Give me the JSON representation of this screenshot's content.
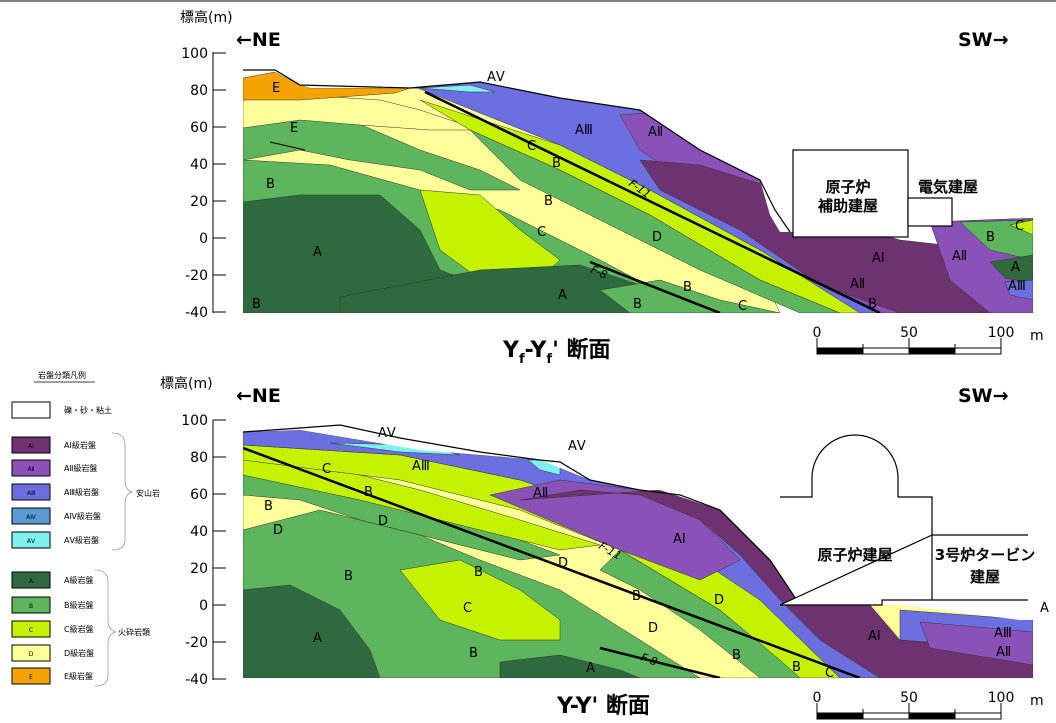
{
  "top_section": {
    "ylabel": "標高(m)",
    "yticks": [
      "100",
      "80",
      "60",
      "40",
      "20",
      "0",
      "-20",
      "-40"
    ],
    "dir_left": "←NE",
    "dir_right": "SW→",
    "title": "Yf-Yf' 断面",
    "building_1": [
      "原子炉",
      "補助建屋"
    ],
    "building_2": "電気建屋",
    "faults": [
      "F-11",
      "F-8"
    ],
    "scale": {
      "labels": [
        "0",
        "50",
        "100"
      ],
      "unit": "m"
    }
  },
  "bottom_section": {
    "ylabel": "標高(m)",
    "yticks": [
      "100",
      "80",
      "60",
      "40",
      "20",
      "0",
      "-20",
      "-40"
    ],
    "dir_left": "←NE",
    "dir_right": "SW→",
    "title": "Y-Y' 断面",
    "building_1": "原子炉建屋",
    "building_2": [
      "3号炉タービン",
      "建屋"
    ],
    "faults": [
      "F-11",
      "F-8"
    ],
    "scale": {
      "labels": [
        "0",
        "50",
        "100"
      ],
      "unit": "m"
    }
  },
  "legend": {
    "title": "岩盤分類凡例",
    "items": [
      {
        "code": "",
        "label": "礫・砂・粘土",
        "color": "#ffffff"
      },
      {
        "code": "AⅠ",
        "label": "AⅠ級岩盤",
        "color": "#6e3270"
      },
      {
        "code": "AⅡ",
        "label": "AⅡ級岩盤",
        "color": "#8a52b8"
      },
      {
        "code": "AⅢ",
        "label": "AⅢ級岩盤",
        "color": "#6b6fe0"
      },
      {
        "code": "AⅣ",
        "label": "AⅣ級岩盤",
        "color": "#5a9ad8"
      },
      {
        "code": "AⅤ",
        "label": "AⅤ級岩盤",
        "color": "#7ff0f0"
      },
      {
        "code": "A",
        "label": "A級岩盤",
        "color": "#2e6a3e"
      },
      {
        "code": "B",
        "label": "B級岩盤",
        "color": "#5db55d"
      },
      {
        "code": "C",
        "label": "C級岩盤",
        "color": "#c4f200"
      },
      {
        "code": "D",
        "label": "D級岩盤",
        "color": "#ffff99"
      },
      {
        "code": "E",
        "label": "E級岩盤",
        "color": "#f5a300"
      }
    ],
    "group_andesite": "安山岩",
    "group_pyroclastic": "火砕岩類"
  },
  "zone_labels": {
    "A": "A",
    "B": "B",
    "C": "C",
    "D": "D",
    "E": "E",
    "AI": "AⅠ",
    "AII": "AⅡ",
    "AIII": "AⅢ",
    "AV": "AⅤ"
  }
}
